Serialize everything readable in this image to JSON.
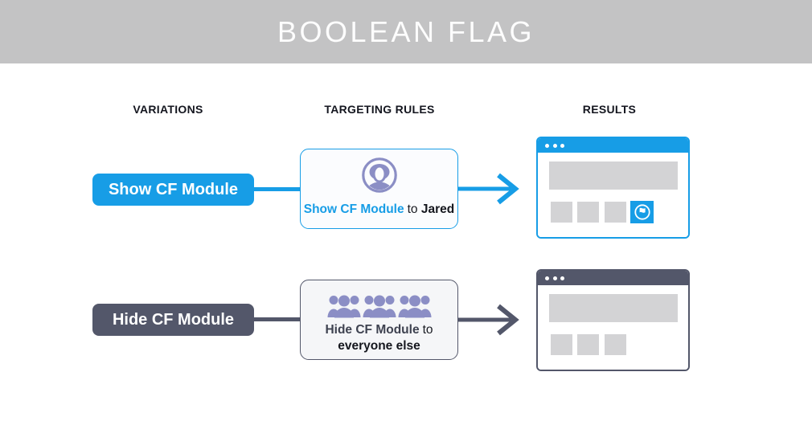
{
  "banner": {
    "title": "BOOLEAN FLAG"
  },
  "columns": {
    "variations": "VARIATIONS",
    "targeting_rules": "TARGETING RULES",
    "results": "RESULTS"
  },
  "rows": [
    {
      "variation_label": "Show CF Module",
      "rule": {
        "icon": "single-user-icon",
        "flag_label": "Show CF Module",
        "connector": "to",
        "audience": "Jared"
      },
      "result": {
        "module_visible": true,
        "module_icon": "flag-icon"
      }
    },
    {
      "variation_label": "Hide CF Module",
      "rule": {
        "icon": "crowd-icon",
        "flag_label": "Hide CF Module",
        "connector": "to",
        "audience": "everyone else"
      },
      "result": {
        "module_visible": false
      }
    }
  ],
  "colors": {
    "accent_blue": "#179DE6",
    "accent_dark": "#53576A",
    "banner_gray": "#C3C3C4",
    "block_gray": "#D3D3D5",
    "icon_purple": "#8B8EC5"
  }
}
